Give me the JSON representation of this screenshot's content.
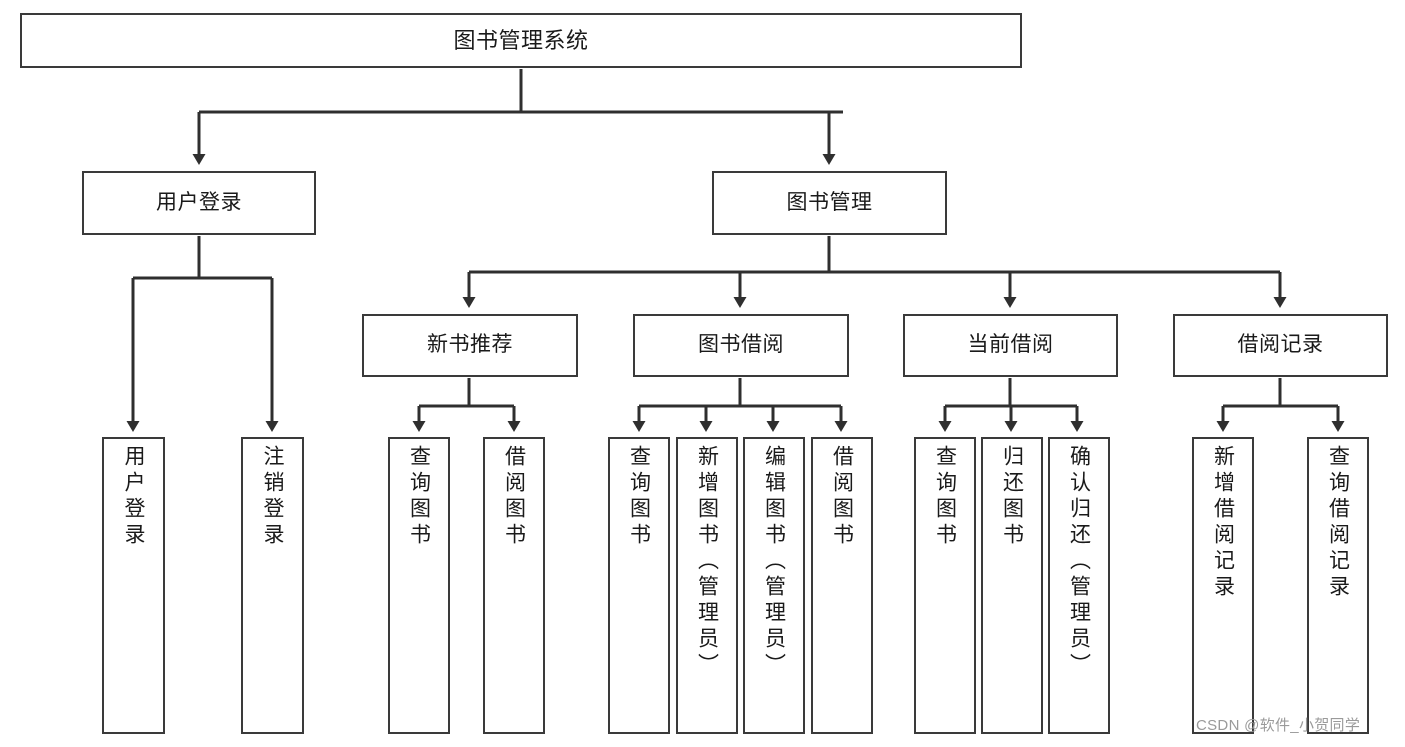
{
  "diagram": {
    "type": "tree",
    "title": "图书管理系统",
    "orientation": "top-down",
    "colors": {
      "box_border": "#3a3a3a",
      "box_fill": "#ffffff",
      "edge": "#2f2f2f",
      "text": "#1a1a1a",
      "watermark": "#9a9a9a",
      "background": "#ffffff"
    },
    "nodes": {
      "root": {
        "label": "图书管理系统"
      },
      "level1": [
        {
          "id": "user_login",
          "label": "用户登录"
        },
        {
          "id": "book_manage",
          "label": "图书管理"
        }
      ],
      "level2": [
        {
          "id": "new_book_rec",
          "label": "新书推荐"
        },
        {
          "id": "book_borrow",
          "label": "图书借阅"
        },
        {
          "id": "current_borrow",
          "label": "当前借阅"
        },
        {
          "id": "borrow_record",
          "label": "借阅记录"
        }
      ],
      "leaves": {
        "user_login": [
          {
            "id": "leaf_user_login",
            "label": "用户登录"
          },
          {
            "id": "leaf_logout",
            "label": "注销登录"
          }
        ],
        "new_book_rec": [
          {
            "id": "leaf_query_book_1",
            "label": "查询图书"
          },
          {
            "id": "leaf_borrow_book_1",
            "label": "借阅图书"
          }
        ],
        "book_borrow": [
          {
            "id": "leaf_query_book_2",
            "label": "查询图书"
          },
          {
            "id": "leaf_add_book",
            "label": "新增图书（管理员）"
          },
          {
            "id": "leaf_edit_book",
            "label": "编辑图书（管理员）"
          },
          {
            "id": "leaf_borrow_book_2",
            "label": "借阅图书"
          }
        ],
        "current_borrow": [
          {
            "id": "leaf_query_book_3",
            "label": "查询图书"
          },
          {
            "id": "leaf_return_book",
            "label": "归还图书"
          },
          {
            "id": "leaf_confirm_return",
            "label": "确认归还（管理员）"
          }
        ],
        "borrow_record": [
          {
            "id": "leaf_add_record",
            "label": "新增借阅记录"
          },
          {
            "id": "leaf_query_record",
            "label": "查询借阅记录"
          }
        ]
      }
    },
    "edges": [
      {
        "from": "root",
        "to": "user_login"
      },
      {
        "from": "root",
        "to": "book_manage"
      },
      {
        "from": "user_login",
        "to": "leaf_user_login"
      },
      {
        "from": "user_login",
        "to": "leaf_logout"
      },
      {
        "from": "book_manage",
        "to": "new_book_rec"
      },
      {
        "from": "book_manage",
        "to": "book_borrow"
      },
      {
        "from": "book_manage",
        "to": "current_borrow"
      },
      {
        "from": "book_manage",
        "to": "borrow_record"
      },
      {
        "from": "new_book_rec",
        "to": "leaf_query_book_1"
      },
      {
        "from": "new_book_rec",
        "to": "leaf_borrow_book_1"
      },
      {
        "from": "book_borrow",
        "to": "leaf_query_book_2"
      },
      {
        "from": "book_borrow",
        "to": "leaf_add_book"
      },
      {
        "from": "book_borrow",
        "to": "leaf_edit_book"
      },
      {
        "from": "book_borrow",
        "to": "leaf_borrow_book_2"
      },
      {
        "from": "current_borrow",
        "to": "leaf_query_book_3"
      },
      {
        "from": "current_borrow",
        "to": "leaf_return_book"
      },
      {
        "from": "current_borrow",
        "to": "leaf_confirm_return"
      },
      {
        "from": "borrow_record",
        "to": "leaf_add_record"
      },
      {
        "from": "borrow_record",
        "to": "leaf_query_record"
      }
    ]
  },
  "watermark": {
    "text": "CSDN @软件_小贺同学"
  }
}
